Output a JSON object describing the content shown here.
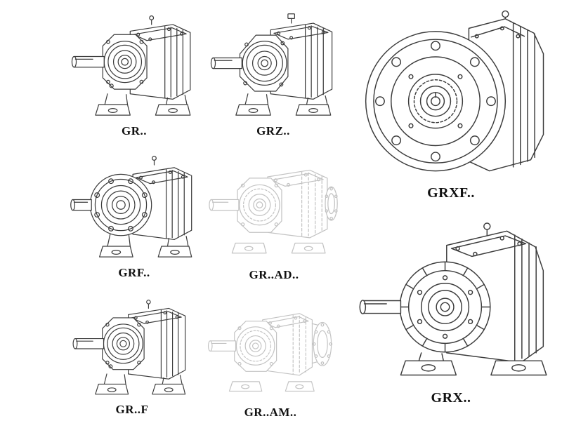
{
  "figures": [
    {
      "id": "gr",
      "label": "GR.."
    },
    {
      "id": "grz",
      "label": "GRZ.."
    },
    {
      "id": "grxf",
      "label": "GRXF.."
    },
    {
      "id": "grf",
      "label": "GRF.."
    },
    {
      "id": "gr-ad",
      "label": "GR..AD.."
    },
    {
      "id": "gr-f",
      "label": "GR..F"
    },
    {
      "id": "gr-am",
      "label": "GR..AM.."
    },
    {
      "id": "grx",
      "label": "GRX.."
    }
  ],
  "colors": {
    "background": "#ffffff",
    "line_ink": "#3c3c3c",
    "line_ghost": "#c3c3c3",
    "label_text": "#111111"
  }
}
